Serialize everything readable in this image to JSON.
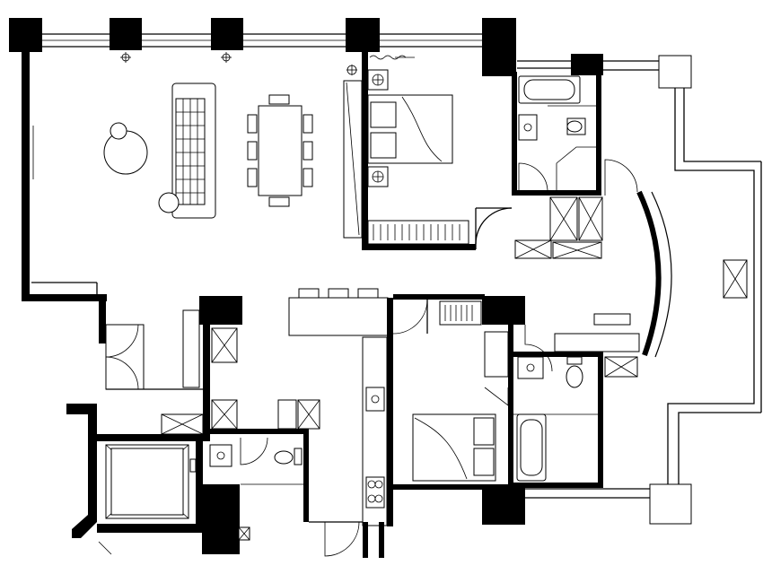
{
  "plan": {
    "colors": {
      "wall": "#000000",
      "line": "#000000",
      "background": "#ffffff"
    },
    "rooms": [
      "living-dining",
      "master-bedroom",
      "master-bathroom",
      "kitchen",
      "second-bedroom",
      "bathroom",
      "powder-room",
      "elevator",
      "balcony",
      "entrance"
    ],
    "labels": []
  }
}
